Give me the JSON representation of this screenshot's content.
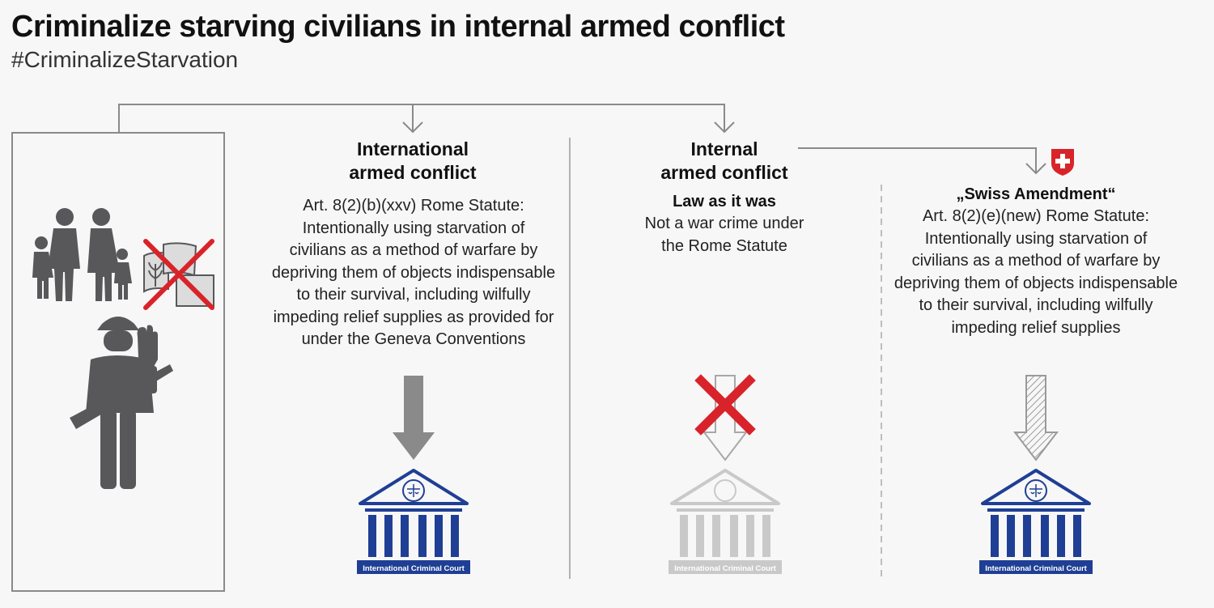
{
  "header": {
    "title": "Criminalize starving civilians in internal armed conflict",
    "hashtag": "#CriminalizeStarvation"
  },
  "columns": [
    {
      "heading_line1": "International",
      "heading_line2": "armed conflict",
      "text": [
        "Art. 8(2)(b)(xxv) Rome Statute:",
        "Intentionally using starvation of",
        "civilians as a method of warfare by",
        "depriving them of objects indispensable",
        "to their survival, including wilfully",
        "impeding relief supplies as provided for",
        "under the Geneva Conventions"
      ],
      "court_label": "International Criminal Court"
    },
    {
      "heading_line1": "Internal",
      "heading_line2": "armed conflict",
      "subheading": "Law as it was",
      "text": [
        "Not a war crime under",
        "the Rome Statute"
      ],
      "court_label": "International Criminal Court"
    },
    {
      "subheading": "„Swiss Amendment“",
      "text": [
        "Art. 8(2)(e)(new) Rome Statute:",
        "Intentionally using starvation of",
        "civilians as a method of warfare by",
        "depriving them of objects indispensable",
        "to their survival, including wilfully",
        "impeding relief supplies"
      ],
      "court_label": "International Criminal Court"
    }
  ],
  "icons": {
    "people": "family-icon",
    "supplies": "crossed-out-supplies-icon",
    "soldier": "soldier-icon",
    "flag": "swiss-flag-icon",
    "court": "court-building-icon"
  },
  "colors": {
    "court_blue": "#1f3f95",
    "cross_red": "#d9232a",
    "icon_grey": "#58585a",
    "line_grey": "#8a8a8a",
    "faded": "#c9c9c9"
  }
}
